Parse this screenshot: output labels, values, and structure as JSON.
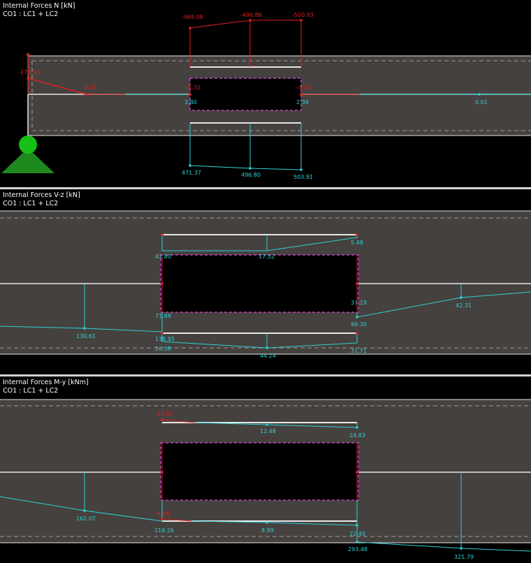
{
  "panels": [
    {
      "id": "n",
      "title": "Internal Forces N [kN]",
      "subtitle": "CO1 : LC1 + LC2",
      "labels": [
        "-469.08",
        "-496.86",
        "-500.93",
        "-174.53",
        "-0.01",
        "-5.32",
        "-4.53",
        "3.80",
        "2.39",
        "0.01",
        "471.37",
        "496.80",
        "503.91"
      ]
    },
    {
      "id": "vz",
      "title": "Internal Forces V-z [kN]",
      "subtitle": "CO1 : LC1 + LC2",
      "labels": [
        "41.80",
        "17.52",
        "5.48",
        "71.88",
        "37.19",
        "99.30",
        "42.31",
        "130.61",
        "138.95",
        "26.38",
        "44.24",
        "31.71"
      ]
    },
    {
      "id": "my",
      "title": "Internal Forces M-y [kNm]",
      "subtitle": "CO1 : LC1 + LC2",
      "labels": [
        "-12.82",
        "12.48",
        "24.83",
        "162.07",
        "-4.88",
        "219.26",
        "8.99",
        "22.49",
        "293.48",
        "321.79"
      ]
    }
  ],
  "colors": {
    "background": "#000000",
    "member_band": "#45413e",
    "member_line": "#e8e8e8",
    "diagram_positive": "#2fd0d8",
    "diagram_negative": "#e02020",
    "opening_outline": "#c040c0",
    "support": "#1e8a1e",
    "dashed_line": "#9a9a9a"
  },
  "support_icon": "fixed-support-icon"
}
